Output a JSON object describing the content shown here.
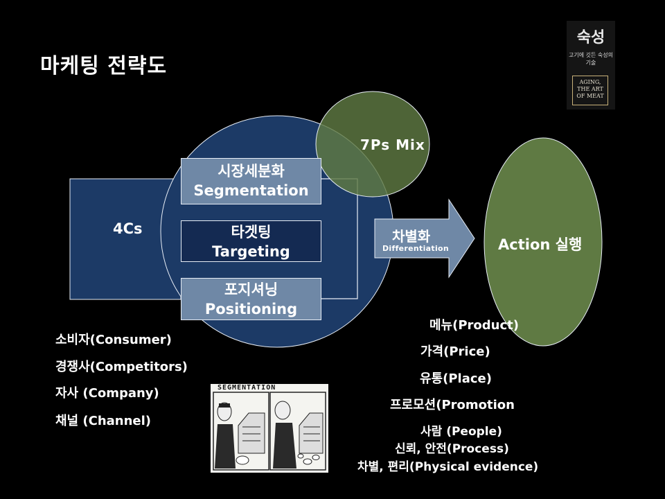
{
  "title": "마케팅 전략도",
  "stages": [
    {
      "ko": "시장세분화",
      "en": "Segmentation"
    },
    {
      "ko": "타겟팅",
      "en": "Targeting"
    },
    {
      "ko": "포지셔닝",
      "en": "Positioning"
    }
  ],
  "fourcs": {
    "label": "4Cs",
    "items": [
      "소비자(Consumer)",
      "경쟁사(Competitors)",
      "자사 (Company)",
      "채널 (Channel)"
    ]
  },
  "sevenps": {
    "label": "7Ps Mix",
    "items": [
      "메뉴(Product)",
      "가격(Price)",
      "유통(Place)",
      "프로모션(Promotion",
      "사람 (People)",
      "신뢰, 안전(Process)",
      "차별, 편리(Physical evidence)"
    ]
  },
  "differentiation": {
    "ko": "차별화",
    "en": "Differentiation"
  },
  "action": {
    "label": "Action 실행"
  },
  "logo": {
    "script": "숙성",
    "script_sub": "고기에 깃든 숙성의 기술",
    "box_lines": [
      "AGING,",
      "THE ART",
      "OF MEAT"
    ]
  },
  "cartoon": {
    "caption": "SEGMENTATION"
  },
  "colors": {
    "background": "#000000",
    "big_circle": "#1c3a66",
    "green": "#5f7a43",
    "stage_light": "#6f88a6",
    "stage_dark": "#142a52",
    "fourcs_box": "#1c3a66",
    "arrow": "#6f88a6"
  }
}
